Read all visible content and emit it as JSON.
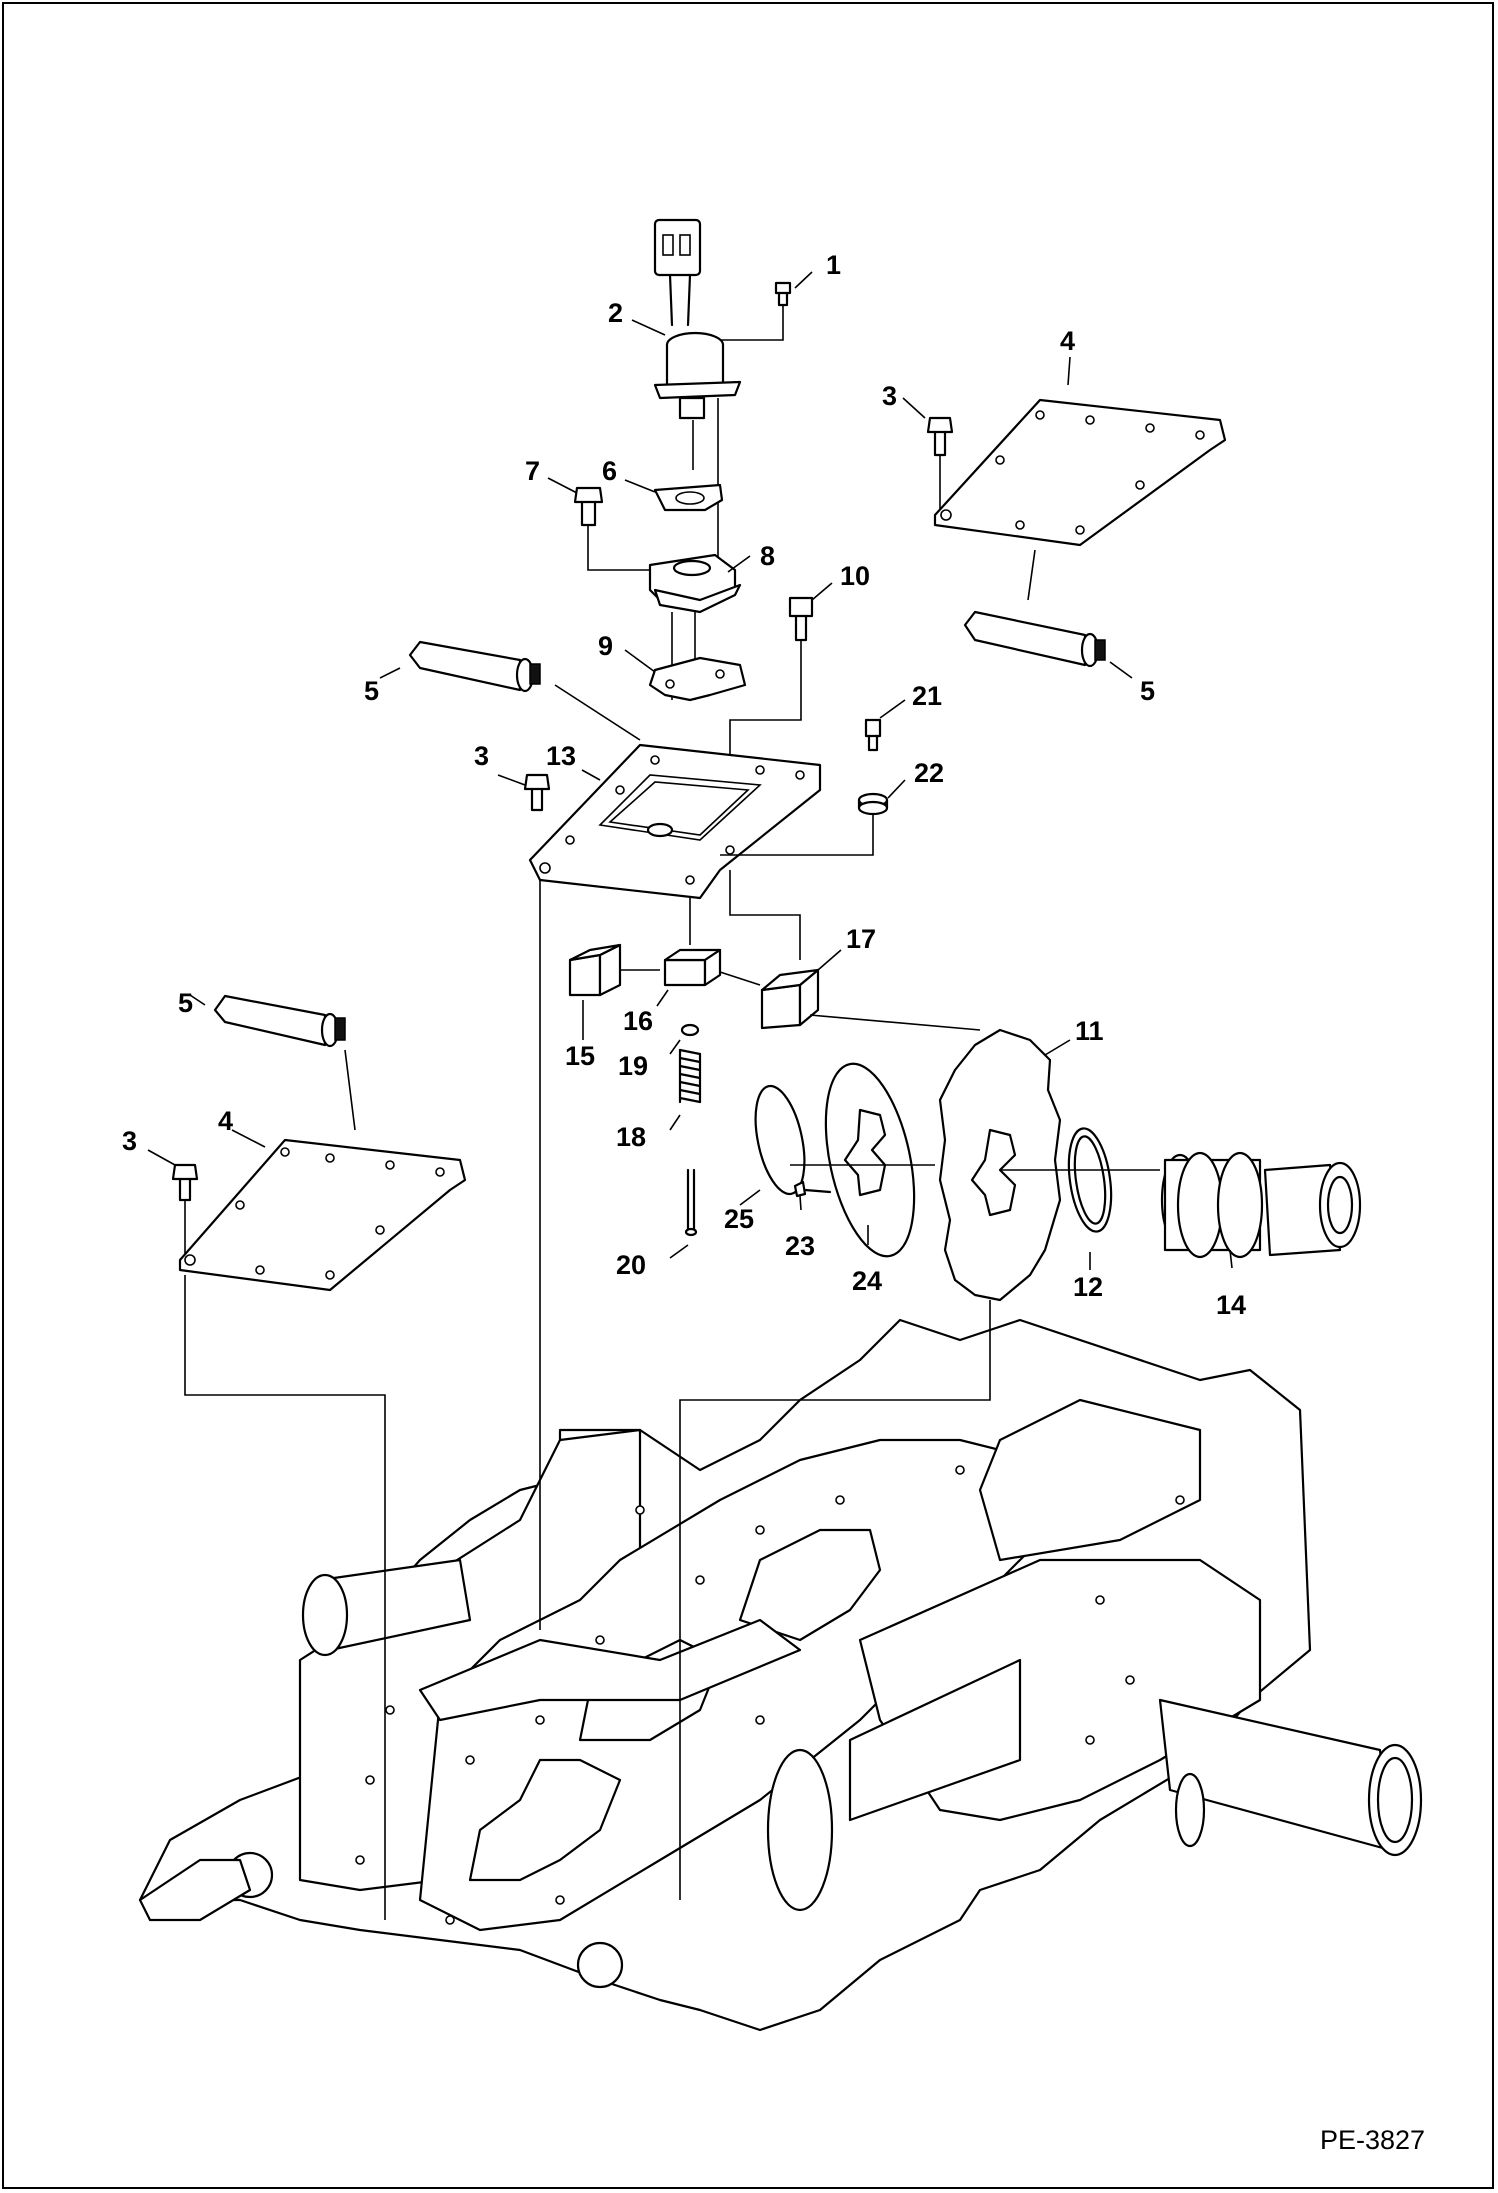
{
  "figure_code": "PE-3827",
  "callouts": [
    {
      "id": "c1",
      "label": "1"
    },
    {
      "id": "c2",
      "label": "2"
    },
    {
      "id": "c3a",
      "label": "3"
    },
    {
      "id": "c3b",
      "label": "3"
    },
    {
      "id": "c3c",
      "label": "3"
    },
    {
      "id": "c4a",
      "label": "4"
    },
    {
      "id": "c4b",
      "label": "4"
    },
    {
      "id": "c5a",
      "label": "5"
    },
    {
      "id": "c5b",
      "label": "5"
    },
    {
      "id": "c5c",
      "label": "5"
    },
    {
      "id": "c6",
      "label": "6"
    },
    {
      "id": "c7",
      "label": "7"
    },
    {
      "id": "c8",
      "label": "8"
    },
    {
      "id": "c9",
      "label": "9"
    },
    {
      "id": "c10",
      "label": "10"
    },
    {
      "id": "c11",
      "label": "11"
    },
    {
      "id": "c12",
      "label": "12"
    },
    {
      "id": "c13",
      "label": "13"
    },
    {
      "id": "c14",
      "label": "14"
    },
    {
      "id": "c15",
      "label": "15"
    },
    {
      "id": "c16",
      "label": "16"
    },
    {
      "id": "c17",
      "label": "17"
    },
    {
      "id": "c18",
      "label": "18"
    },
    {
      "id": "c19",
      "label": "19"
    },
    {
      "id": "c20",
      "label": "20"
    },
    {
      "id": "c21",
      "label": "21"
    },
    {
      "id": "c22",
      "label": "22"
    },
    {
      "id": "c23",
      "label": "23"
    },
    {
      "id": "c24",
      "label": "24"
    },
    {
      "id": "c25",
      "label": "25"
    }
  ]
}
